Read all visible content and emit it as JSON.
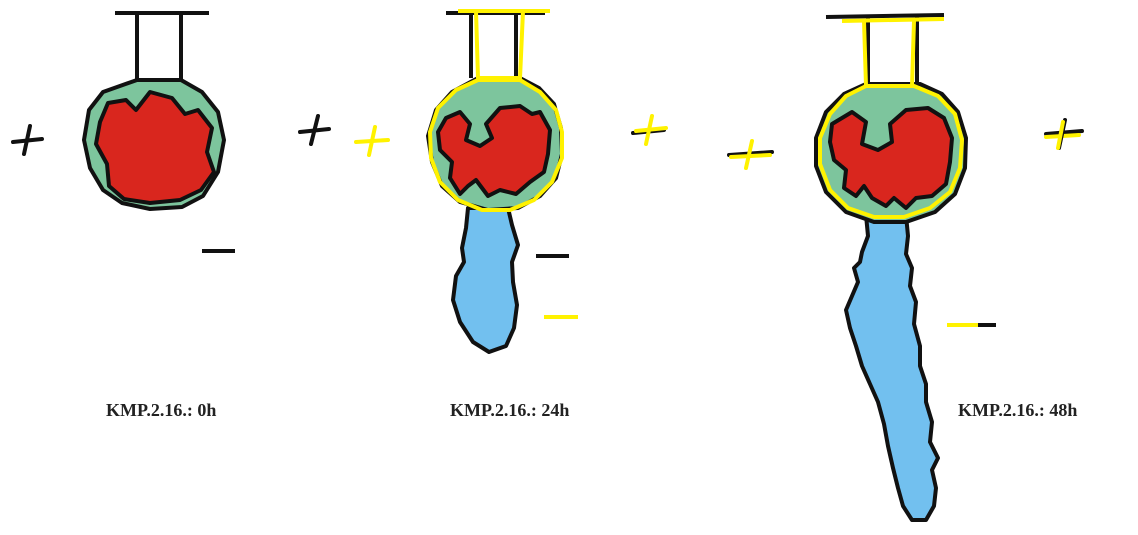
{
  "colors": {
    "core": "#d9261e",
    "gel": "#7dc59d",
    "tail": "#72c0ef",
    "outline": "#111111",
    "overlay": "#fff200"
  },
  "panels": [
    {
      "caption": "KMP.2.16.: 0h"
    },
    {
      "caption": "KMP.2.16.: 24h"
    },
    {
      "caption": "KMP.2.16.: 48h"
    }
  ]
}
